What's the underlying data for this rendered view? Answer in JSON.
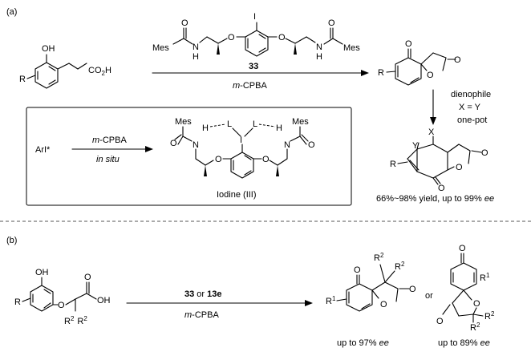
{
  "panel_a": {
    "label": "(a)",
    "substrate": {
      "oh": "OH",
      "r": "R",
      "acid": "CO",
      "acid_sub": "2",
      "acid_h": "H"
    },
    "catalyst": {
      "mes_left": "Mes",
      "mes_right": "Mes",
      "n": "N",
      "h": "H",
      "o": "O",
      "iodo": "I"
    },
    "main_arrow": {
      "top": "33",
      "bottom_italic": "m",
      "bottom": "-CPBA"
    },
    "dearomatized": {
      "r": "R",
      "o": "O"
    },
    "down_arrow": {
      "line1": "dienophile",
      "line2": "X = Y",
      "line3": "one-pot"
    },
    "adduct": {
      "x": "X",
      "y": "Y",
      "r": "R",
      "o": "O"
    },
    "yield_text": "66%~98% yield, up to 99% ",
    "yield_ee": "ee",
    "inset": {
      "reagent": "ArI*",
      "arrow_top_italic": "m",
      "arrow_top": "-CPBA",
      "arrow_bottom": "in situ",
      "l": "L",
      "caption": "Iodine (III)"
    }
  },
  "panel_b": {
    "label": "(b)",
    "substrate": {
      "oh": "OH",
      "r": "R",
      "r2": "R",
      "sup2": "2",
      "acid_oh": "OH"
    },
    "arrow": {
      "top_a": "33",
      "top_or": " or ",
      "top_b": "13e",
      "bottom_italic": "m",
      "bottom": "-CPBA"
    },
    "or_text": "or",
    "product1": {
      "r1": "R",
      "sup1": "1",
      "r2": "R",
      "sup2": "2",
      "ee_text": "up to 97% ",
      "ee": "ee"
    },
    "product2": {
      "r1": "R",
      "sup1": "1",
      "r2": "R",
      "sup2": "2",
      "ee_text": "up to 89% ",
      "ee": "ee"
    }
  }
}
